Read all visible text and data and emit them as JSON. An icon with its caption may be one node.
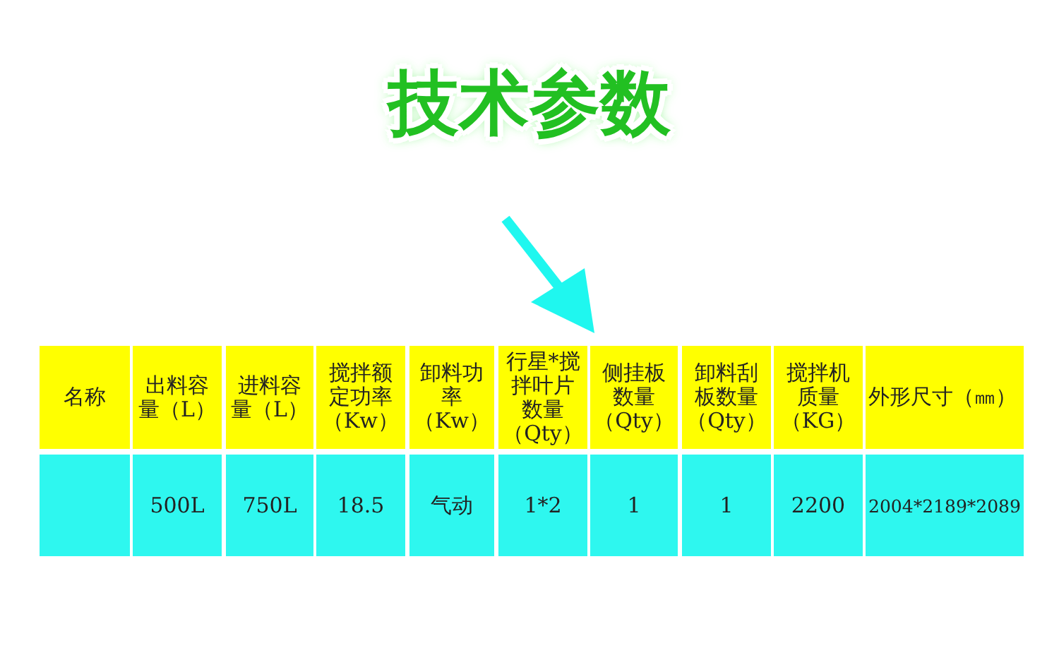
{
  "diagram": {
    "title": "技术参数",
    "labels": [
      "名称",
      "出料容量（L）",
      "进料容量（L）",
      "搅拌额定功率（Kw）",
      "卸料功率（Kw）",
      "行星*搅拌叶片数量（Qty）",
      "侧挂板数量（Qty）",
      "卸料刮板数量（Qty）",
      "搅拌机质量（KG）",
      "外形尺寸（㎜）",
      "500L",
      "750L",
      "18.5",
      "气动",
      "1*2",
      "1",
      "1",
      "2200",
      "2004*2189*2089"
    ]
  }
}
